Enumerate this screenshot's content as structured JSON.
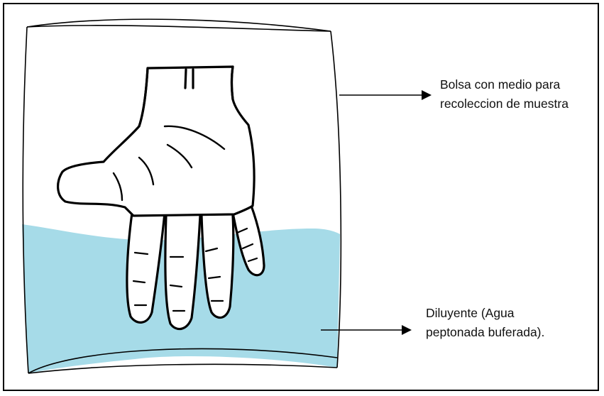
{
  "labels": {
    "bag_line1": "Bolsa con medio  para",
    "bag_line2": "recoleccion de muestra",
    "diluent_line1": "Diluyente (Agua",
    "diluent_line2": "peptonada buferada)."
  },
  "colors": {
    "frame": "#000000",
    "liquid": "#a6dbe8",
    "outline": "#000000",
    "text": "#111111"
  }
}
